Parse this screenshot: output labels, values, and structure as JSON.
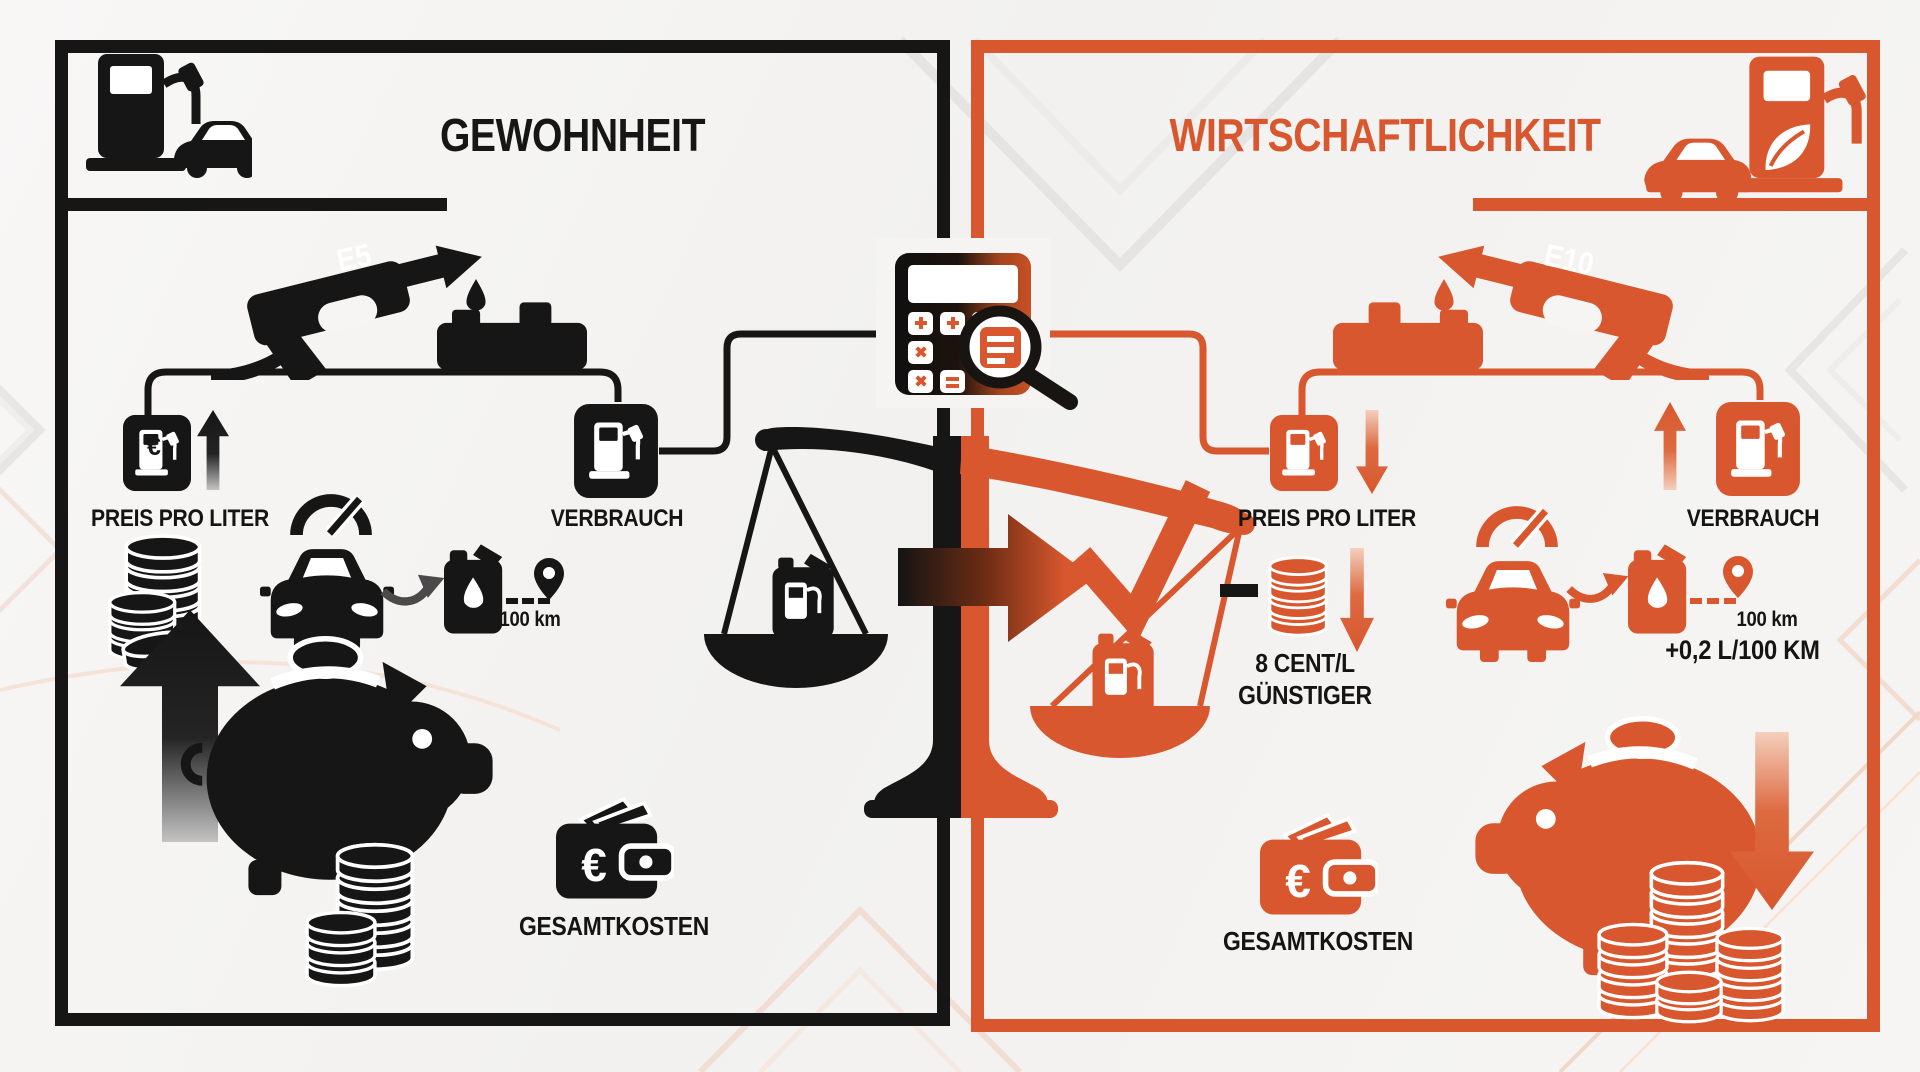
{
  "infographic": {
    "currency_symbol": "€",
    "left": {
      "title": "GEWOHNHEIT",
      "fuel_type": "E5",
      "price_per_liter_label": "PREIS PRO LITER",
      "consumption_label": "VERBRAUCH",
      "distance_label": "100 km",
      "total_costs_label": "GESAMTKOSTEN"
    },
    "right": {
      "title": "WIRTSCHAFTLICHKEIT",
      "fuel_type": "E10",
      "price_per_liter_label": "PREIS PRO LITER",
      "price_note_line1": "8 CENT/L",
      "price_note_line2": "GÜNSTIGER",
      "consumption_label": "VERBRAUCH",
      "distance_label": "100 km",
      "consumption_note": "+0,2 L/100 KM",
      "total_costs_label": "GESAMTKOSTEN"
    },
    "colors": {
      "black": "#161616",
      "orange": "#D8572E",
      "background": "#F5F4F2",
      "text": "#141414"
    }
  }
}
